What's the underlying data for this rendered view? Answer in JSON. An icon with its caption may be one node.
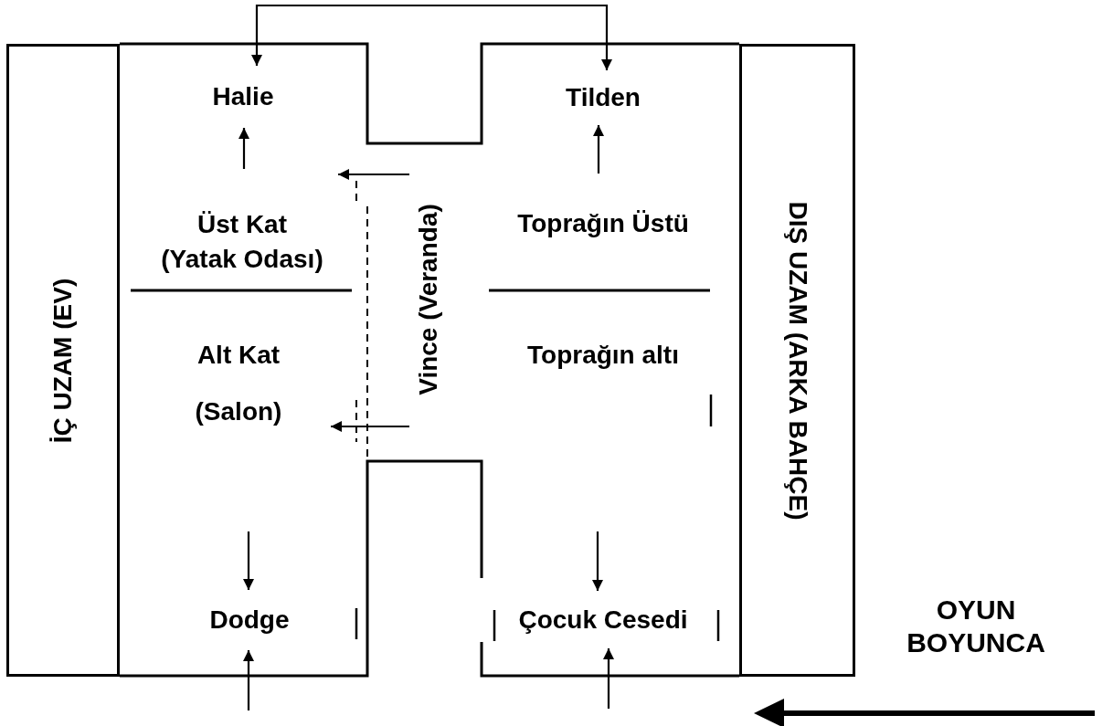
{
  "diagram": {
    "nodes": [
      {
        "text": [
          "İÇ UZAM (EV)"
        ]
      },
      {
        "text": [
          "Halie"
        ]
      },
      {
        "text": [
          "Üst Kat",
          "(Yatak Odası)"
        ]
      },
      {
        "text": [
          "Alt Kat",
          "(Salon)"
        ]
      },
      {
        "text": [
          "Dodge"
        ]
      },
      {
        "text": [
          "Vince (Veranda)"
        ]
      },
      {
        "text": [
          "Tilden"
        ]
      },
      {
        "text": [
          "Toprağın Üstü"
        ]
      },
      {
        "text": [
          "Toprağın altı"
        ]
      },
      {
        "text": [
          "Çocuk Cesedi"
        ]
      },
      {
        "text": [
          "DIŞ UZAM (ARKA BAHÇE)"
        ]
      }
    ],
    "edges": [
      {
        "from": 1,
        "to": 6,
        "arrow": "both"
      },
      {
        "from": 2,
        "to": 1,
        "arrow": "to"
      },
      {
        "from": 7,
        "to": 6,
        "arrow": "to"
      },
      {
        "from": 5,
        "to": 2,
        "arrow": "to"
      },
      {
        "from": 5,
        "to": 3,
        "arrow": "to"
      },
      {
        "from": null,
        "to": 4,
        "arrow": "to"
      },
      {
        "from": null,
        "to": 4,
        "arrow": "to"
      },
      {
        "from": null,
        "to": 9,
        "arrow": "to"
      },
      {
        "from": null,
        "to": 9,
        "arrow": "to"
      }
    ],
    "labels": [
      "OYUN BOYUNCA"
    ]
  }
}
